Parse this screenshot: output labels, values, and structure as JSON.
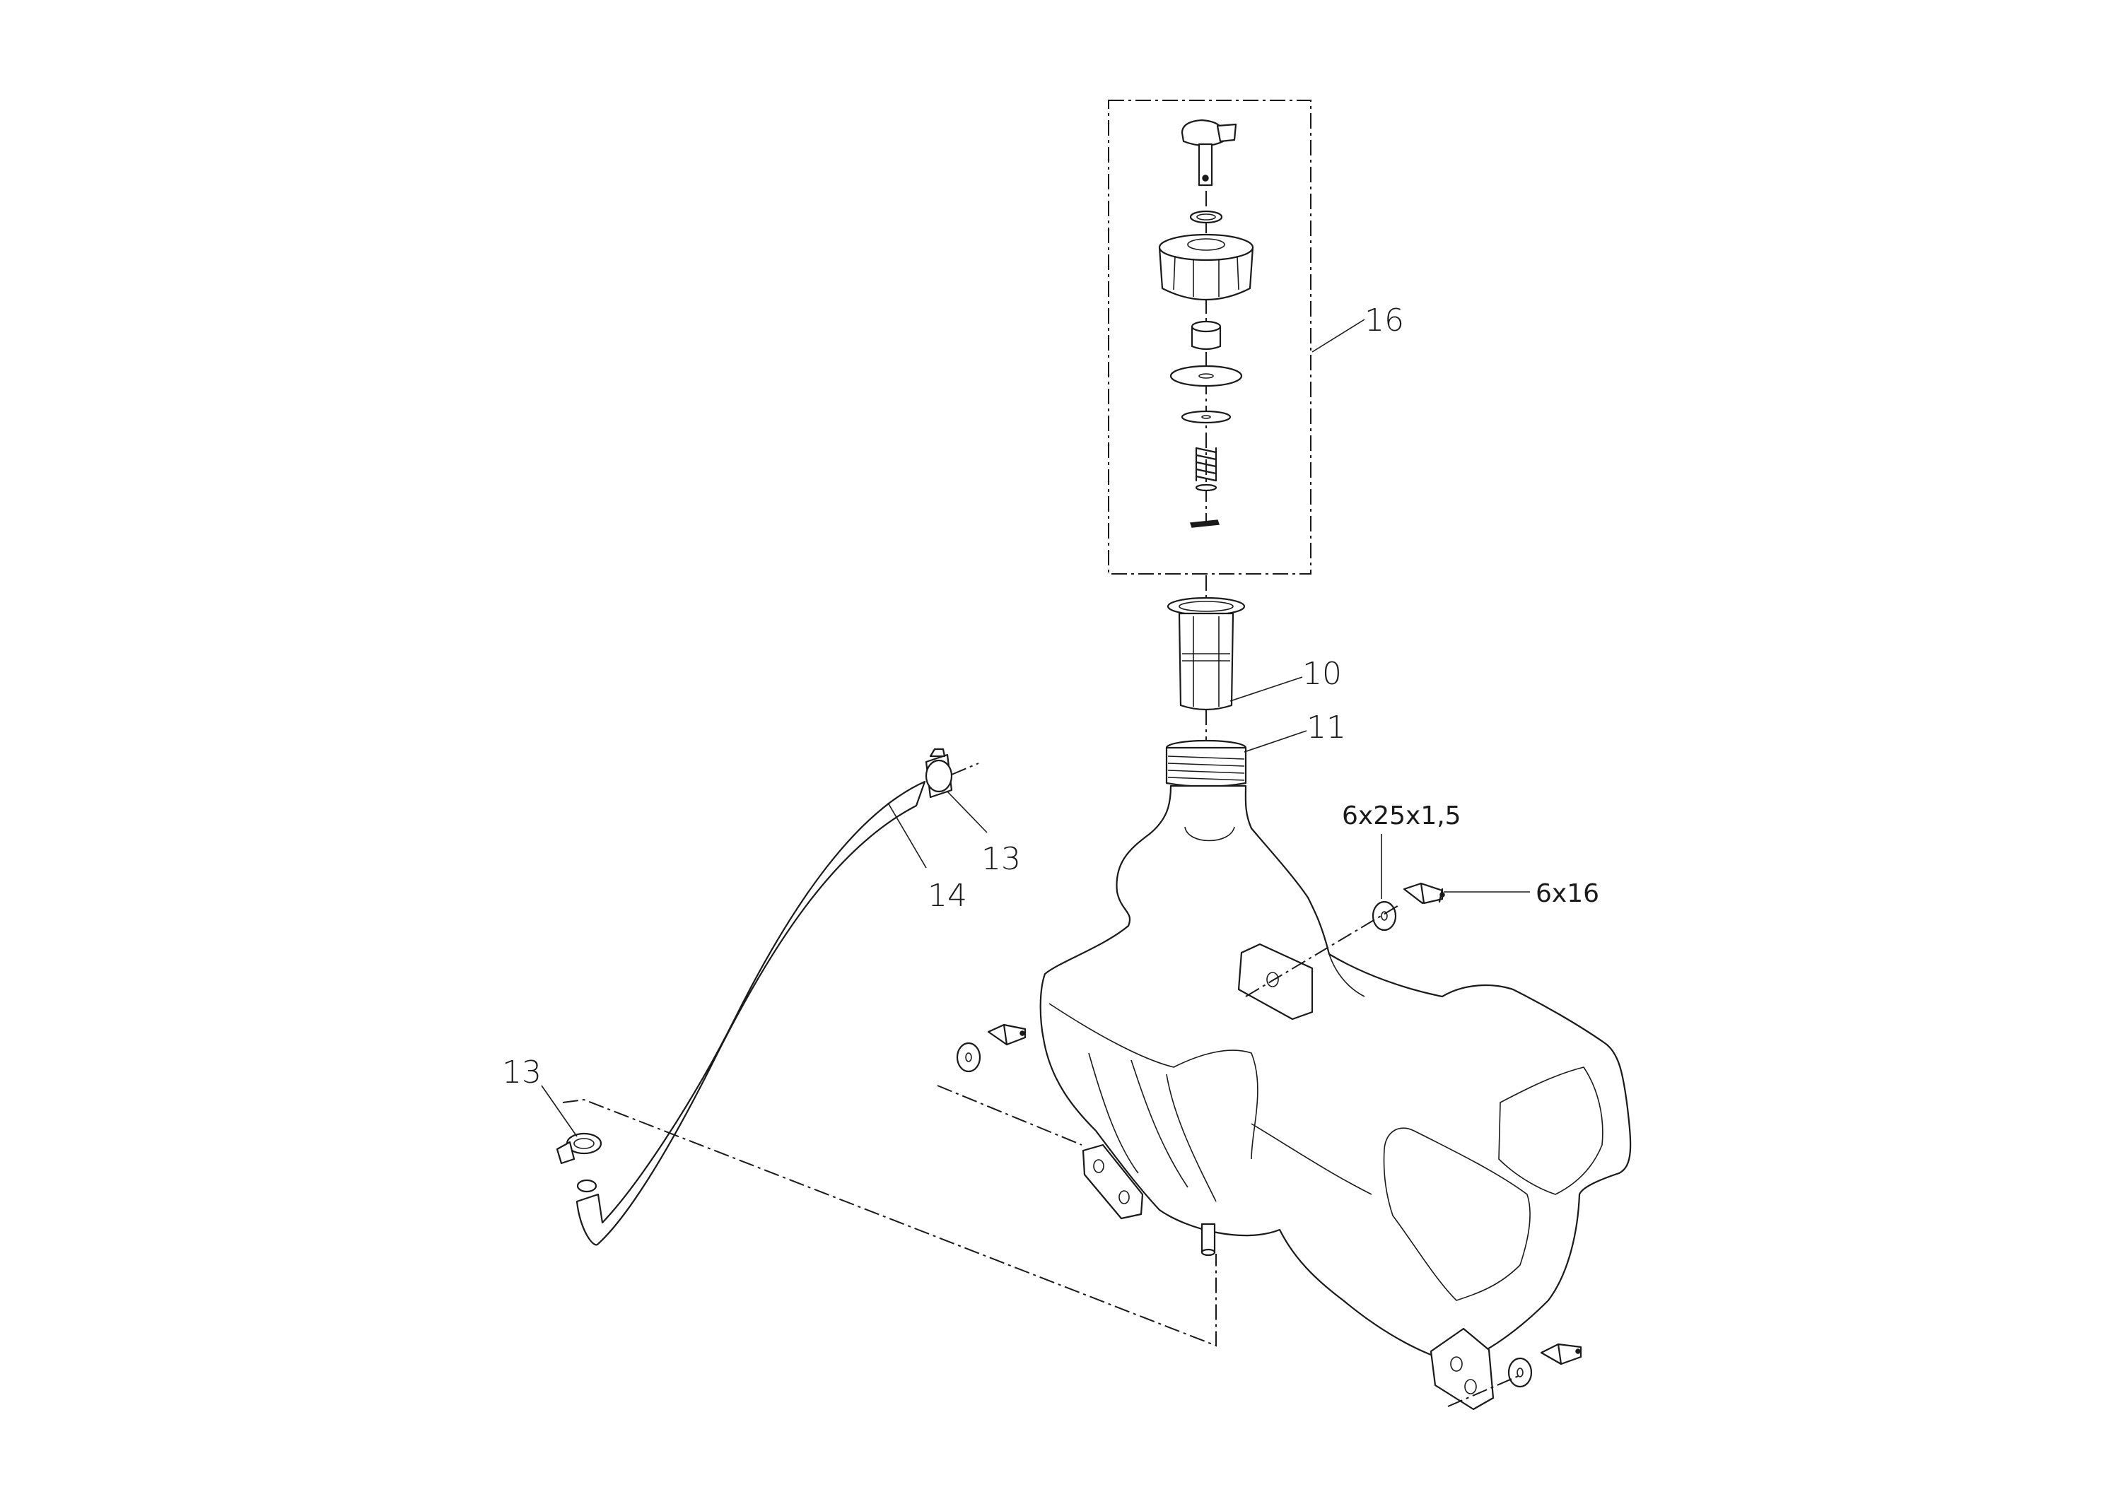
{
  "diagram": {
    "callouts": {
      "c16": "16",
      "c10": "10",
      "c11": "11",
      "c13_upper": "13",
      "c14": "14",
      "c13_lower": "13",
      "dim_washer": "6x25x1,5",
      "dim_bolt": "6x16"
    },
    "line_color": "#1a1a1a",
    "background": "#ffffff"
  }
}
